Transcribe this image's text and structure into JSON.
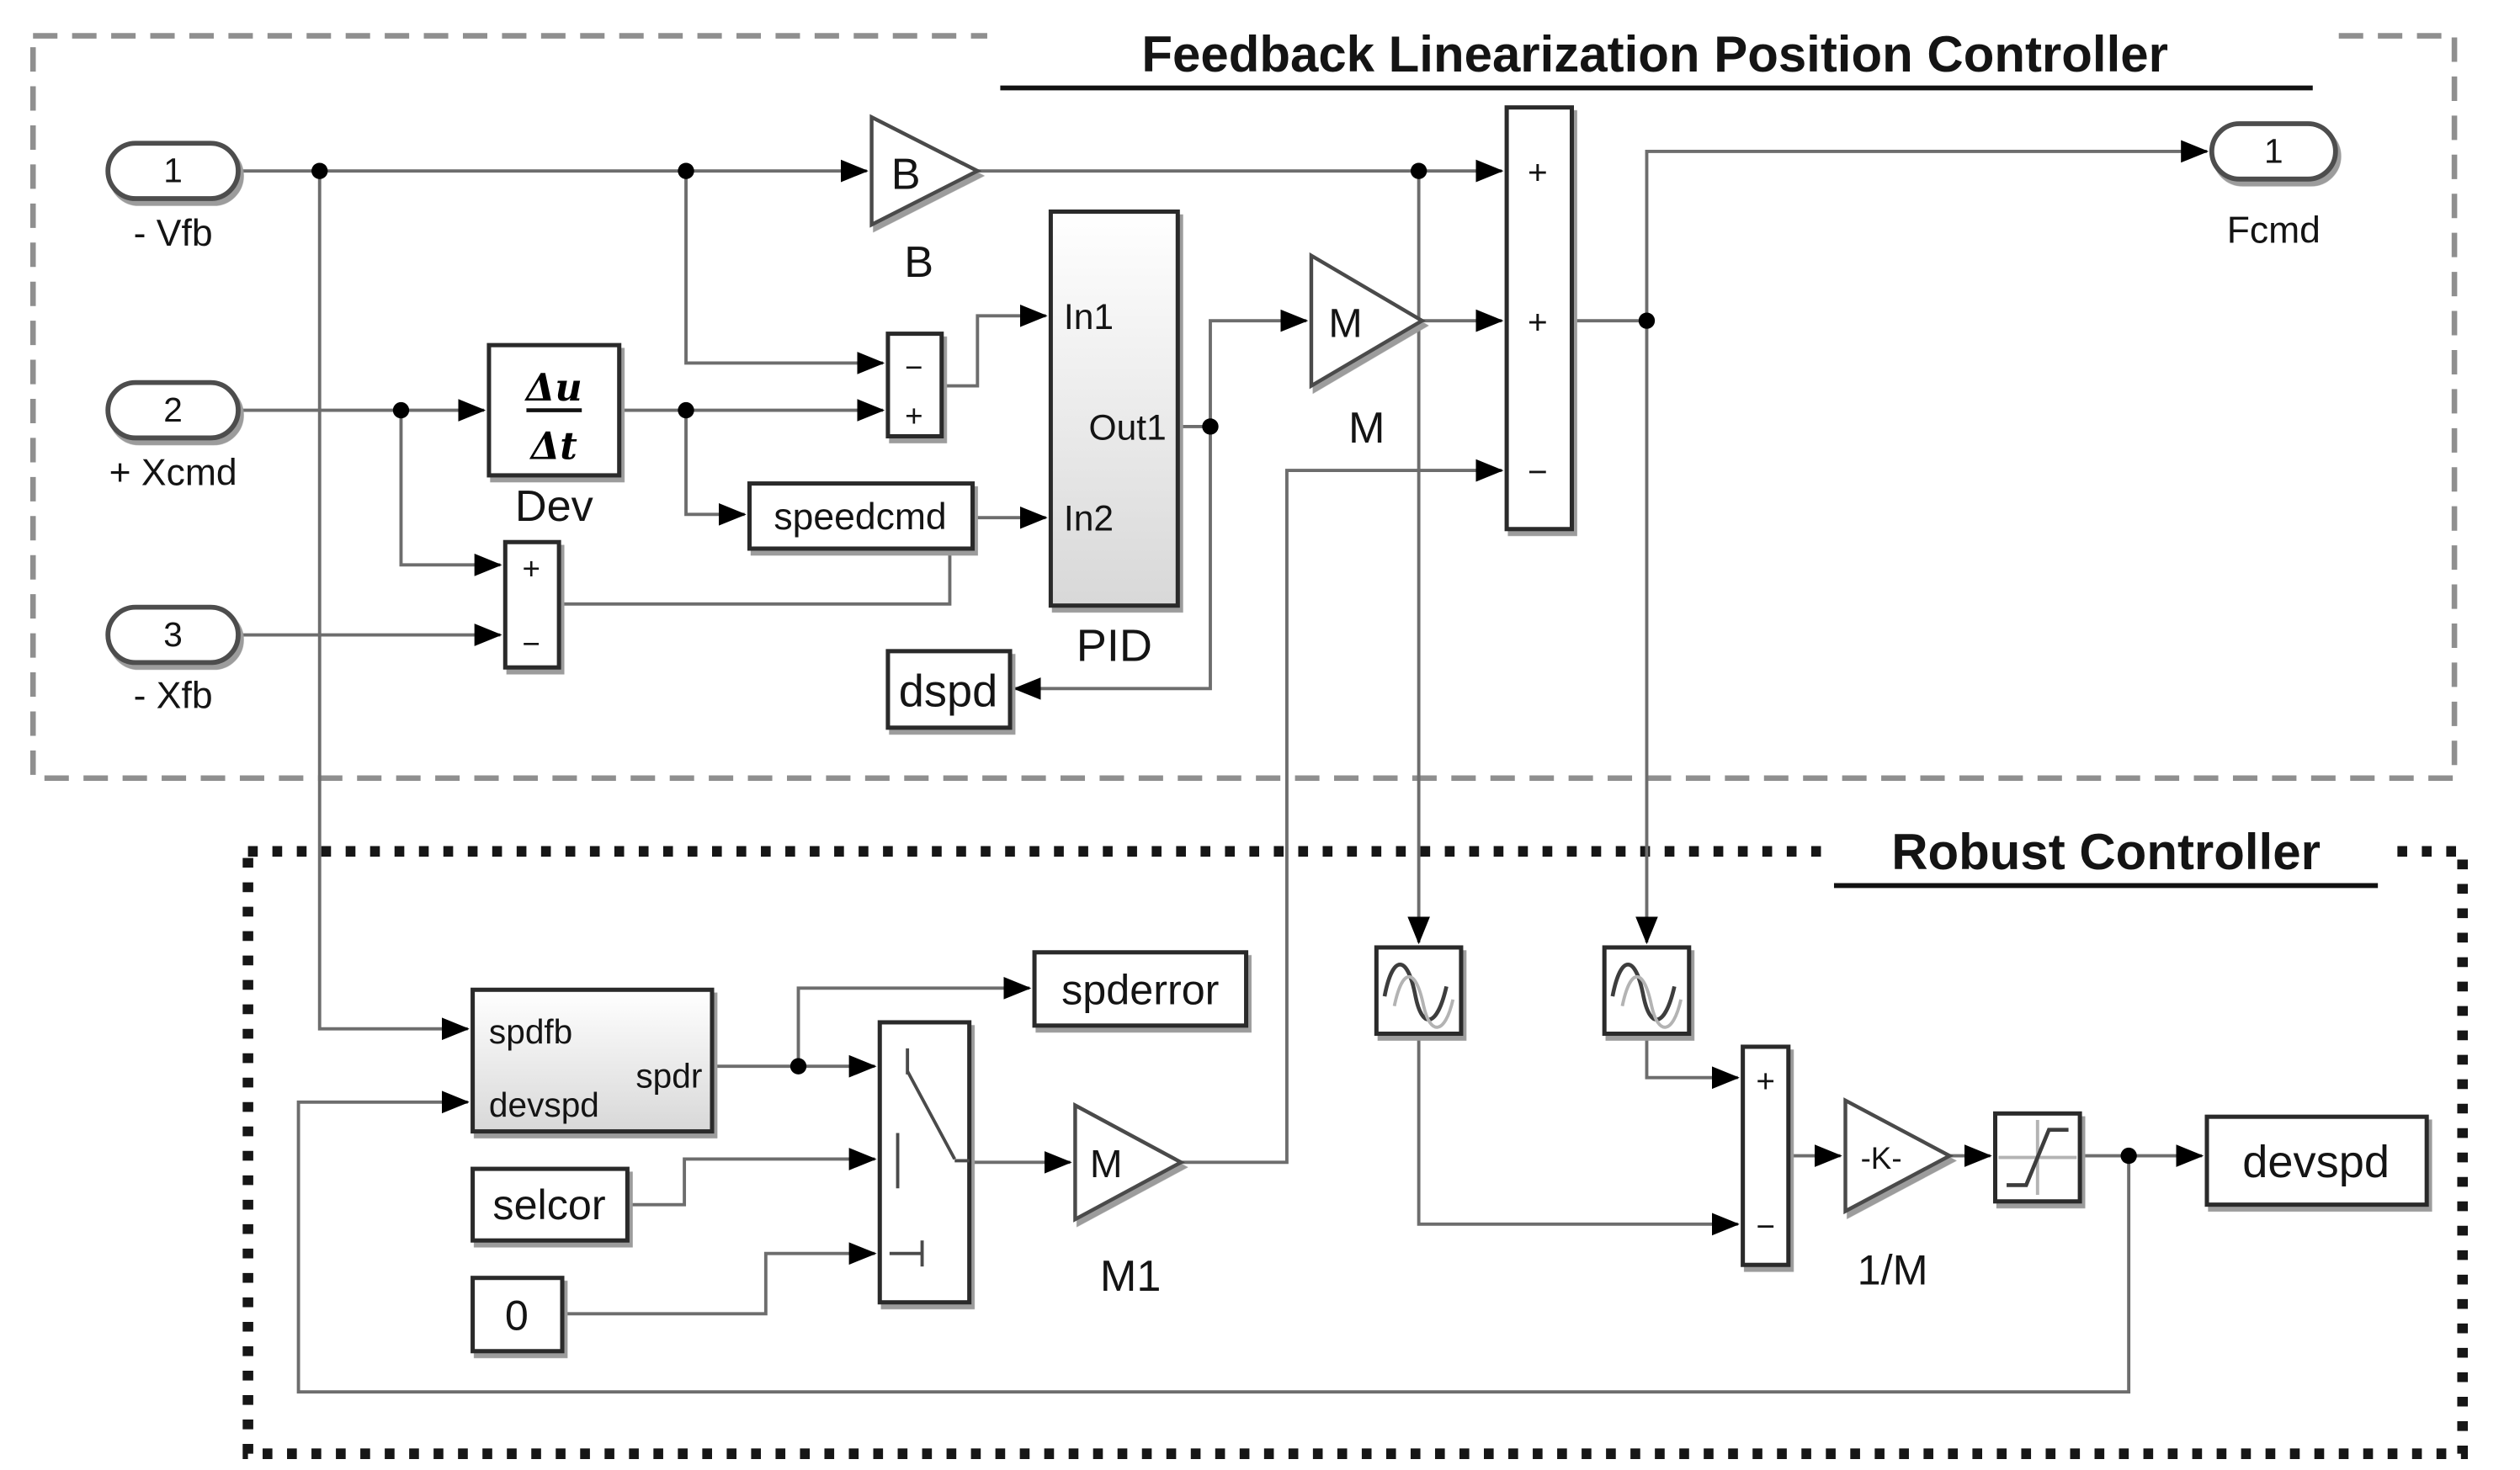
{
  "fl": {
    "title": "Feedback Linearization Position Controller",
    "ports": {
      "p1": "1",
      "p1_label": "- Vfb",
      "p2": "2",
      "p2_label": "+ Xcmd",
      "p3": "3",
      "p3_label": "- Xfb",
      "out": "1",
      "out_label": "Fcmd"
    },
    "gain_b": {
      "text": "B",
      "label": "B"
    },
    "dev": {
      "numerator": "Δu",
      "denominator": "Δt",
      "label": "Dev"
    },
    "speedcmd": "speedcmd",
    "pid": {
      "in1": "In1",
      "in2": "In2",
      "out1": "Out1",
      "label": "PID"
    },
    "gain_m": {
      "text": "M",
      "label": "M"
    },
    "dspd": "dspd"
  },
  "robust": {
    "title": "Robust Controller",
    "fcn": {
      "in1": "spdfb",
      "in2": "devspd",
      "out": "spdr"
    },
    "spderror": "spderror",
    "selcor": "selcor",
    "zero": "0",
    "gain_m1": {
      "text": "M",
      "label": "M1"
    },
    "gain_k": {
      "text": "-K-",
      "label": "1/M"
    },
    "devspd": "devspd"
  },
  "signs": {
    "plus": "+",
    "minus": "−"
  },
  "colors": {
    "line": "#6d6d6d",
    "block_stroke": "#2a2a2a",
    "text": "#141414",
    "fl_border": "#8f8f8f",
    "robust_border": "#161616"
  }
}
